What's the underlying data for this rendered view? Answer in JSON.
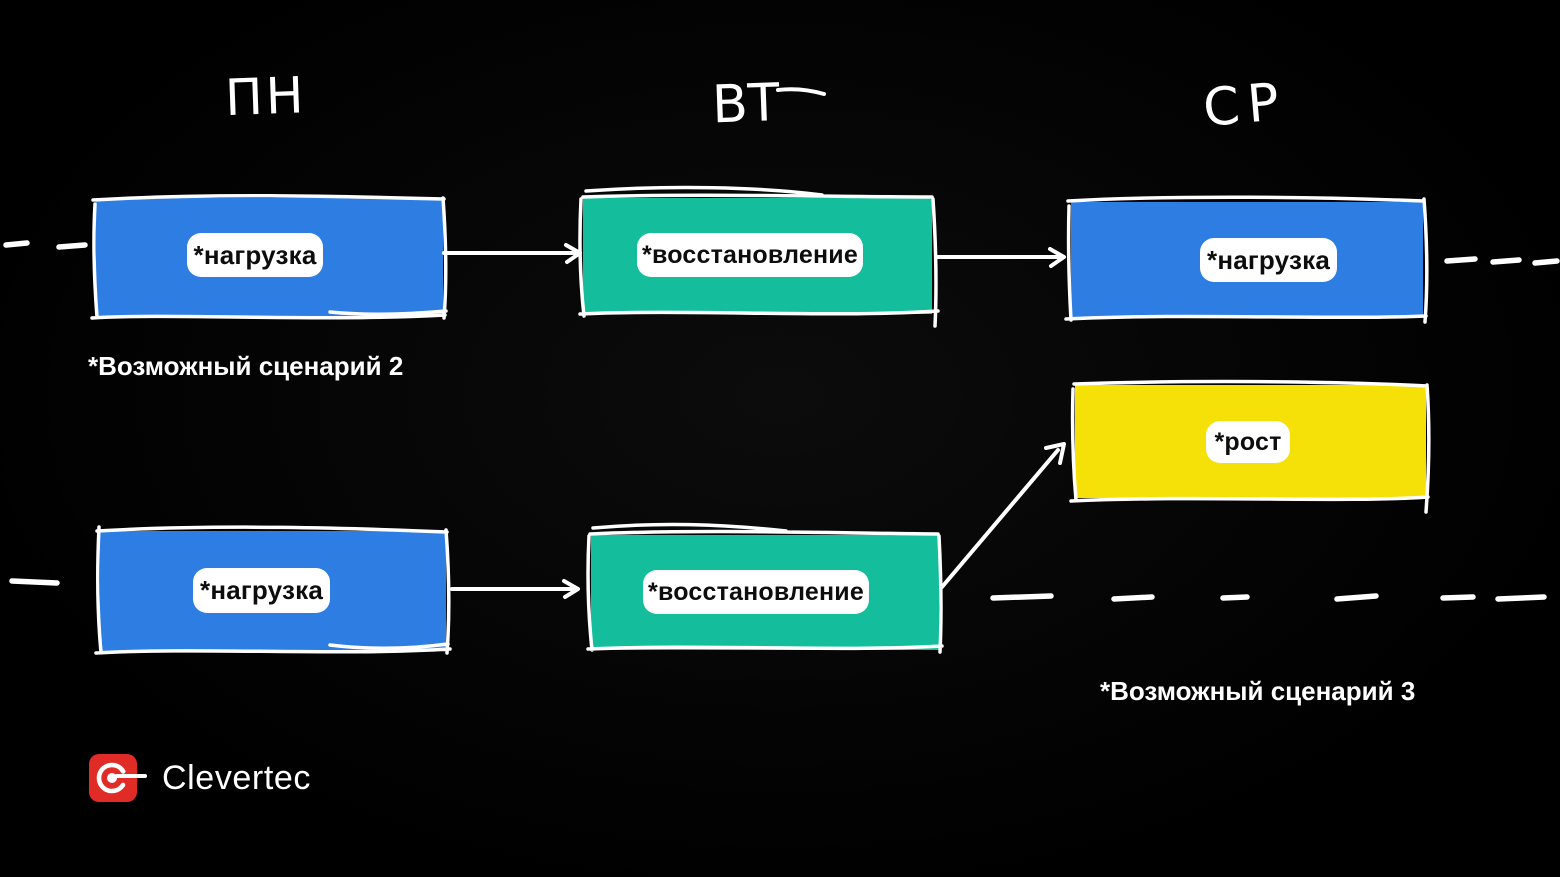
{
  "colors": {
    "blue": "#2E7DE3",
    "teal": "#14BD9C",
    "yellow": "#F5E107",
    "brand_red": "#E12B26",
    "ink": "#FFFFFF",
    "background": "#000000"
  },
  "columns": [
    {
      "label": "ПН"
    },
    {
      "label": "ВТ"
    },
    {
      "label": "СР"
    }
  ],
  "scenario2": {
    "caption": "*Возможный сценарий 2",
    "nodes": [
      {
        "label": "*нагрузка"
      },
      {
        "label": "*восстановление"
      },
      {
        "label": "*нагрузка"
      }
    ]
  },
  "scenario3": {
    "caption": "*Возможный сценарий 3",
    "nodes": [
      {
        "label": "*нагрузка"
      },
      {
        "label": "*восстановление"
      },
      {
        "label": "*рост"
      }
    ]
  },
  "logo": {
    "brand": "Clevertec"
  }
}
